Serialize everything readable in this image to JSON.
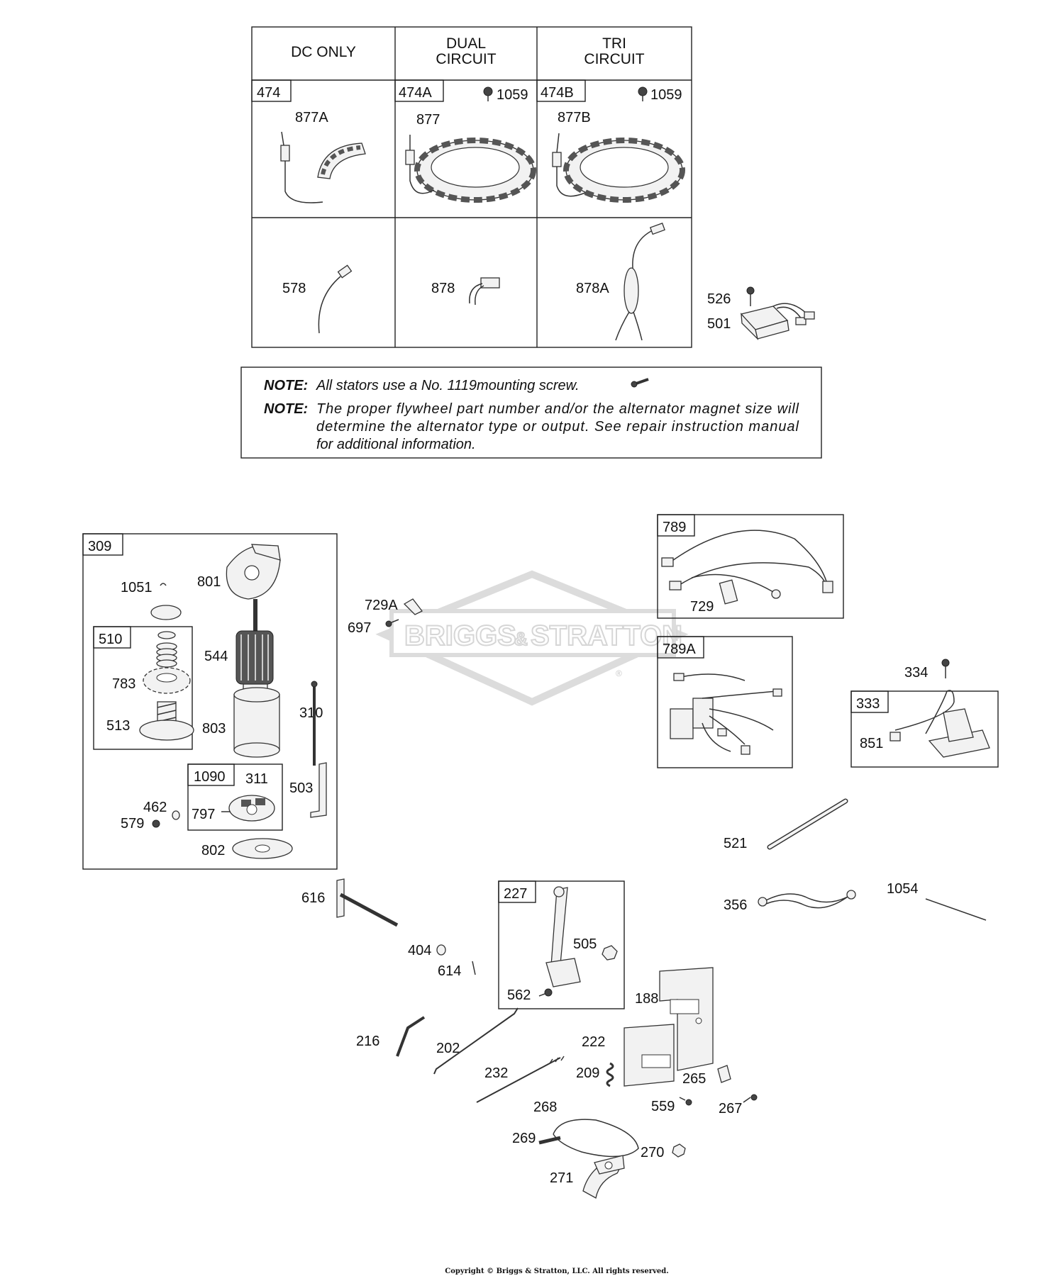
{
  "table": {
    "headers": [
      {
        "lines": [
          "DC ONLY"
        ]
      },
      {
        "lines": [
          "DUAL",
          "CIRCUIT"
        ]
      },
      {
        "lines": [
          "TRI",
          "CIRCUIT"
        ]
      }
    ],
    "cells": [
      {
        "box": "474",
        "part": "877A",
        "screw": ""
      },
      {
        "box": "474A",
        "part": "877",
        "screw": "1059"
      },
      {
        "box": "474B",
        "part": "877B",
        "screw": "1059"
      }
    ],
    "harness": [
      "578",
      "878",
      "878A"
    ]
  },
  "regulator": {
    "screw": "526",
    "part": "501"
  },
  "notes": [
    {
      "label": "NOTE:",
      "lines": [
        "All stators use a No. 1119mounting screw."
      ]
    },
    {
      "label": "NOTE:",
      "lines": [
        "The proper flywheel part number and/or the alternator magnet size will",
        "determine the alternator type or output. See repair instruction manual",
        "for additional information."
      ]
    }
  ],
  "watermark": {
    "left": "BRIGGS",
    "amp": "&",
    "right": "STRATTON",
    "reg": "®"
  },
  "starter": {
    "box": "309",
    "parts": [
      "1051",
      "801",
      "544",
      "310",
      "803"
    ],
    "drive_box": "510",
    "drive_parts": [
      "783",
      "513"
    ],
    "brush_box": "1090",
    "brush_parts": [
      "311",
      "797"
    ],
    "others": [
      "462",
      "579",
      "503",
      "802"
    ]
  },
  "bracket": {
    "part": "729A",
    "screw": "697"
  },
  "harness_789": {
    "box": "789",
    "part": "729"
  },
  "harness_789a": {
    "box": "789A"
  },
  "ignition": {
    "screw": "334",
    "box": "333",
    "part": "851"
  },
  "misc": {
    "tube": "521",
    "ground_wire": "356",
    "tie": "1054"
  },
  "controls": {
    "parts": [
      "616",
      "404",
      "614",
      "188",
      "216",
      "202",
      "222",
      "232",
      "209",
      "265",
      "559",
      "267",
      "268",
      "269",
      "270",
      "271"
    ],
    "lever_box": "227",
    "lever_parts": [
      "505",
      "562"
    ]
  },
  "copyright": "Copyright © Briggs & Stratton, LLC. All rights reserved."
}
